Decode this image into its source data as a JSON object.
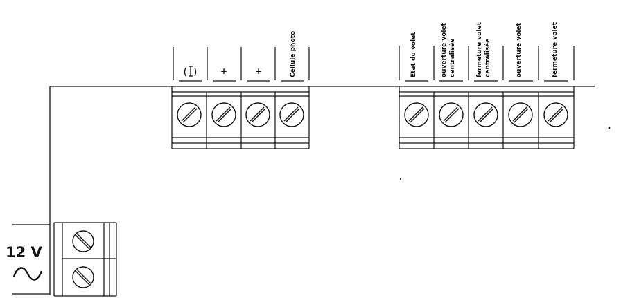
{
  "supply": {
    "voltage_label": "12 V",
    "ac_symbol": "∿"
  },
  "group_a": {
    "terminals": [
      {
        "id": "common-terminal",
        "label": "",
        "symbol": "switch-symbol-icon"
      },
      {
        "id": "plus-terminal-1",
        "label": "+"
      },
      {
        "id": "plus-terminal-2",
        "label": "+"
      },
      {
        "id": "photocell-terminal",
        "label": "Cellule photo"
      }
    ]
  },
  "group_b": {
    "terminals": [
      {
        "id": "shutter-state-terminal",
        "lines": [
          "Etat du volet"
        ]
      },
      {
        "id": "controlled-opening-terminal",
        "lines": [
          "ouverture volet",
          "centralisée"
        ]
      },
      {
        "id": "controlled-closing-terminal",
        "lines": [
          "fermeture volet",
          "centralisée"
        ]
      },
      {
        "id": "shutter-opening-terminal",
        "lines": [
          "ouverture volet"
        ]
      },
      {
        "id": "shutter-closing-terminal",
        "lines": [
          "fermeture volet"
        ]
      }
    ]
  },
  "colors": {
    "line": "#111111",
    "background": "#ffffff"
  }
}
